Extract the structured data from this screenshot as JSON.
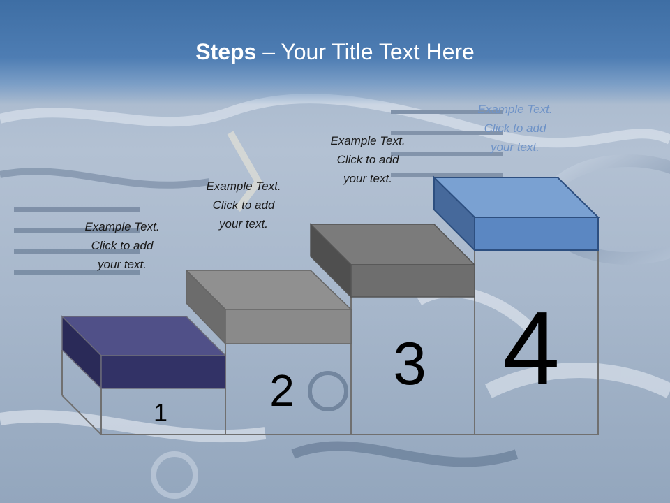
{
  "title": {
    "bold": "Steps",
    "rest": " – Your Title Text Here"
  },
  "steps": [
    {
      "number": "1",
      "line1": "Example Text.",
      "line2": "Click  to add",
      "line3": "your text.",
      "color": "#323266"
    },
    {
      "number": "2",
      "line1": "Example Text.",
      "line2": "Click  to add",
      "line3": "your text.",
      "color": "#8a8a8a"
    },
    {
      "number": "3",
      "line1": "Example Text.",
      "line2": "Click  to add",
      "line3": "your text.",
      "color": "#6e6e6e"
    },
    {
      "number": "4",
      "line1": "Example Text.",
      "line2": "Click  to add",
      "line3": "your text.",
      "color": "#5b87c2"
    }
  ],
  "colors": {
    "title_band": "#4677b0",
    "title_text": "#ffffff"
  }
}
